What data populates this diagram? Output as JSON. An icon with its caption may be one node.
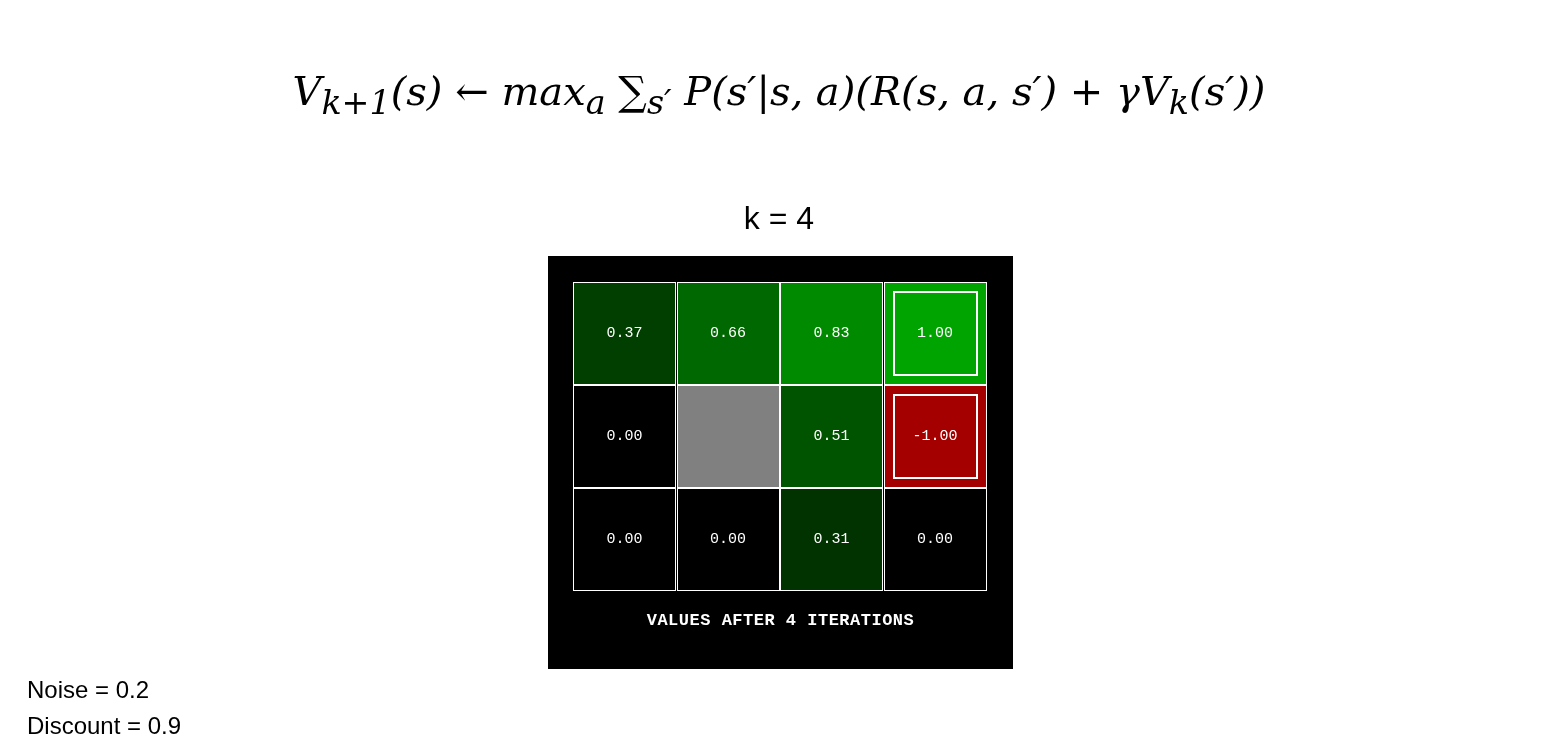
{
  "diagram": {
    "nodes": [
      {
        "text": [
          "VALUES AFTER 4 ITERATIONS"
        ]
      },
      {
        "text": [
          "0.37"
        ],
        "in": 0
      },
      {
        "text": [
          "0.66"
        ],
        "in": 0
      },
      {
        "text": [
          "0.83"
        ],
        "in": 0
      },
      {
        "text": [
          "1.00"
        ],
        "in": 0
      },
      {
        "text": [
          "0.00"
        ],
        "in": 0
      },
      {
        "text": [],
        "shape": "box",
        "in": 0
      },
      {
        "text": [
          "0.51"
        ],
        "in": 0
      },
      {
        "text": [
          "-1.00"
        ],
        "in": 0
      },
      {
        "text": [
          "0.00"
        ],
        "in": 0
      },
      {
        "text": [
          "0.00"
        ],
        "in": 0
      },
      {
        "text": [
          "0.31"
        ],
        "in": 0
      },
      {
        "text": [
          "0.00"
        ],
        "in": 0
      }
    ],
    "labels": [
      "V$_{k+1}$(s) ← max$_{a}$ ∑$_{s′}$ P(s′|s, a)(R(s, a, s′) + γV$_{k}$(s′))",
      "k = 4",
      "Noise = 0.2",
      "Discount = 0.9"
    ]
  }
}
